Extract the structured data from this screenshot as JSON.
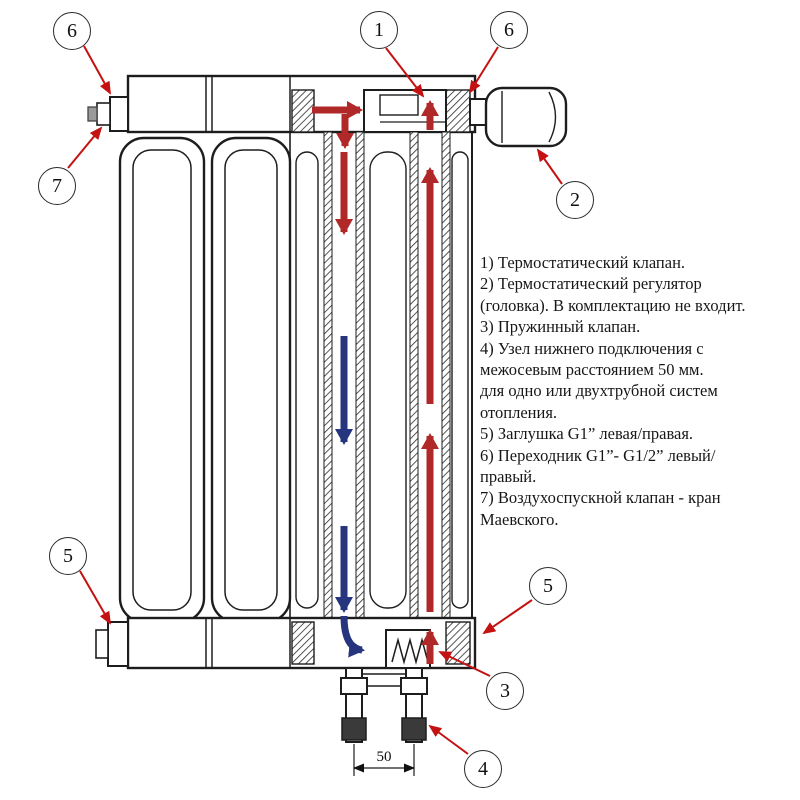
{
  "callouts": [
    {
      "label": "6"
    },
    {
      "label": "1"
    },
    {
      "label": "6"
    },
    {
      "label": "7"
    },
    {
      "label": "2"
    },
    {
      "label": "5"
    },
    {
      "label": "5"
    },
    {
      "label": "3"
    },
    {
      "label": "4"
    }
  ],
  "legend": {
    "lines": [
      "1) Термостатический клапан.",
      "2) Термостатический регулятор",
      "(головка). В комплектацию не входит.",
      "3) Пружинный клапан.",
      "4) Узел нижнего подключения с",
      "межосевым расстоянием 50 мм.",
      "для одно или двухтрубной систем",
      "отопления.",
      "5) Заглушка G1” левая/правая.",
      "6) Переходник G1”- G1/2” левый/",
      "правый.",
      "7) Воздухоспускной клапан - кран",
      "Маевского."
    ]
  },
  "dimension": {
    "label": "50"
  },
  "colors": {
    "hot_flow": "#b02828",
    "cold_flow": "#27357e",
    "callout_arrow": "#c41111",
    "outline": "#1d1d1d",
    "background": "#ffffff"
  }
}
